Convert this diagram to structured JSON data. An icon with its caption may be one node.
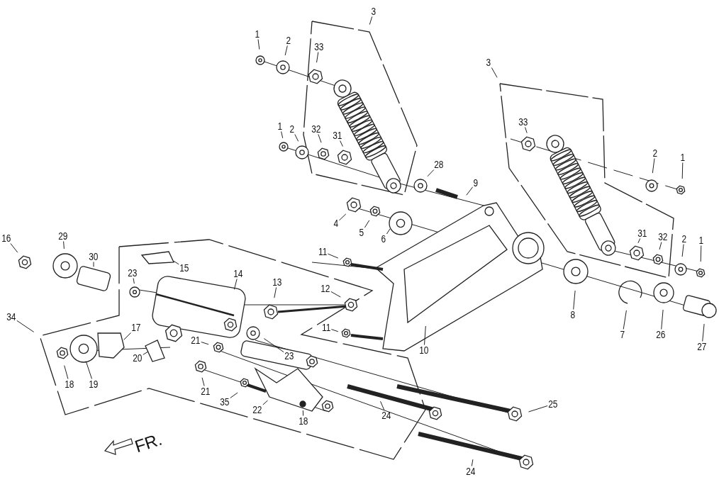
{
  "diagram": {
    "nodes": [
      {
        "text": [
          "3"
        ]
      },
      {
        "text": [
          "1"
        ]
      },
      {
        "text": [
          "2"
        ]
      },
      {
        "text": [
          "33"
        ]
      },
      {
        "text": [
          "1"
        ]
      },
      {
        "text": [
          "2"
        ]
      },
      {
        "text": [
          "32"
        ]
      },
      {
        "text": [
          "31"
        ]
      },
      {
        "text": [
          "28"
        ]
      },
      {
        "text": [
          "9"
        ]
      },
      {
        "text": [
          "4"
        ]
      },
      {
        "text": [
          "5"
        ]
      },
      {
        "text": [
          "6"
        ]
      },
      {
        "text": [
          "3"
        ]
      },
      {
        "text": [
          "33"
        ]
      },
      {
        "text": [
          "2"
        ]
      },
      {
        "text": [
          "1"
        ]
      },
      {
        "text": [
          "31"
        ]
      },
      {
        "text": [
          "32"
        ]
      },
      {
        "text": [
          "2"
        ]
      },
      {
        "text": [
          "1"
        ]
      },
      {
        "text": [
          "8"
        ]
      },
      {
        "text": [
          "7"
        ]
      },
      {
        "text": [
          "26"
        ]
      },
      {
        "text": [
          "27"
        ]
      },
      {
        "text": [
          "16"
        ]
      },
      {
        "text": [
          "29"
        ]
      },
      {
        "text": [
          "30"
        ]
      },
      {
        "text": [
          "23"
        ]
      },
      {
        "text": [
          "15"
        ]
      },
      {
        "text": [
          "14"
        ]
      },
      {
        "text": [
          "13"
        ]
      },
      {
        "text": [
          "12"
        ]
      },
      {
        "text": [
          "11"
        ]
      },
      {
        "text": [
          "11"
        ]
      },
      {
        "text": [
          "10"
        ]
      },
      {
        "text": [
          "34"
        ]
      },
      {
        "text": [
          "17"
        ]
      },
      {
        "text": [
          "18"
        ]
      },
      {
        "text": [
          "19"
        ]
      },
      {
        "text": [
          "20"
        ]
      },
      {
        "text": [
          "21"
        ]
      },
      {
        "text": [
          "23"
        ]
      },
      {
        "text": [
          "21"
        ]
      },
      {
        "text": [
          "35"
        ]
      },
      {
        "text": [
          "22"
        ]
      },
      {
        "text": [
          "18"
        ]
      },
      {
        "text": [
          "24"
        ]
      },
      {
        "text": [
          "25"
        ]
      },
      {
        "text": [
          "24"
        ]
      }
    ],
    "edges": [
      {
        "from": 0,
        "to": null,
        "arrow": "none"
      },
      {
        "from": 1,
        "to": null,
        "arrow": "none"
      },
      {
        "from": 2,
        "to": null,
        "arrow": "none"
      },
      {
        "from": 3,
        "to": null,
        "arrow": "none"
      },
      {
        "from": 4,
        "to": null,
        "arrow": "none"
      },
      {
        "from": 5,
        "to": null,
        "arrow": "none"
      },
      {
        "from": 6,
        "to": null,
        "arrow": "none"
      },
      {
        "from": 7,
        "to": null,
        "arrow": "none"
      },
      {
        "from": 8,
        "to": null,
        "arrow": "none"
      },
      {
        "from": 9,
        "to": null,
        "arrow": "none"
      },
      {
        "from": 10,
        "to": null,
        "arrow": "none"
      },
      {
        "from": 11,
        "to": null,
        "arrow": "none"
      },
      {
        "from": 12,
        "to": null,
        "arrow": "none"
      },
      {
        "from": 13,
        "to": null,
        "arrow": "none"
      },
      {
        "from": 14,
        "to": null,
        "arrow": "none"
      },
      {
        "from": 15,
        "to": null,
        "arrow": "none"
      },
      {
        "from": 16,
        "to": null,
        "arrow": "none"
      },
      {
        "from": 17,
        "to": null,
        "arrow": "none"
      },
      {
        "from": 18,
        "to": null,
        "arrow": "none"
      },
      {
        "from": 19,
        "to": null,
        "arrow": "none"
      },
      {
        "from": 20,
        "to": null,
        "arrow": "none"
      },
      {
        "from": 21,
        "to": null,
        "arrow": "none"
      },
      {
        "from": 22,
        "to": null,
        "arrow": "none"
      },
      {
        "from": 23,
        "to": null,
        "arrow": "none"
      },
      {
        "from": 24,
        "to": null,
        "arrow": "none"
      },
      {
        "from": 25,
        "to": null,
        "arrow": "none"
      },
      {
        "from": 26,
        "to": null,
        "arrow": "none"
      },
      {
        "from": 27,
        "to": null,
        "arrow": "none"
      },
      {
        "from": 28,
        "to": null,
        "arrow": "none"
      },
      {
        "from": 29,
        "to": null,
        "arrow": "none"
      },
      {
        "from": 30,
        "to": null,
        "arrow": "none"
      },
      {
        "from": 31,
        "to": null,
        "arrow": "none"
      },
      {
        "from": 32,
        "to": null,
        "arrow": "none"
      },
      {
        "from": 33,
        "to": null,
        "arrow": "none"
      },
      {
        "from": 34,
        "to": null,
        "arrow": "none"
      },
      {
        "from": 35,
        "to": null,
        "arrow": "none"
      },
      {
        "from": 36,
        "to": null,
        "arrow": "none"
      },
      {
        "from": 37,
        "to": null,
        "arrow": "none"
      },
      {
        "from": 38,
        "to": null,
        "arrow": "none"
      },
      {
        "from": 39,
        "to": null,
        "arrow": "none"
      },
      {
        "from": 40,
        "to": null,
        "arrow": "none"
      },
      {
        "from": 41,
        "to": null,
        "arrow": "none"
      },
      {
        "from": 42,
        "to": null,
        "arrow": "none"
      },
      {
        "from": 43,
        "to": null,
        "arrow": "none"
      },
      {
        "from": 44,
        "to": null,
        "arrow": "none"
      },
      {
        "from": 45,
        "to": null,
        "arrow": "none"
      },
      {
        "from": 46,
        "to": null,
        "arrow": "none"
      },
      {
        "from": 47,
        "to": null,
        "arrow": "none"
      },
      {
        "from": 48,
        "to": null,
        "arrow": "none"
      },
      {
        "from": 49,
        "to": null,
        "arrow": "none"
      }
    ],
    "labels": [
      "FR."
    ]
  }
}
